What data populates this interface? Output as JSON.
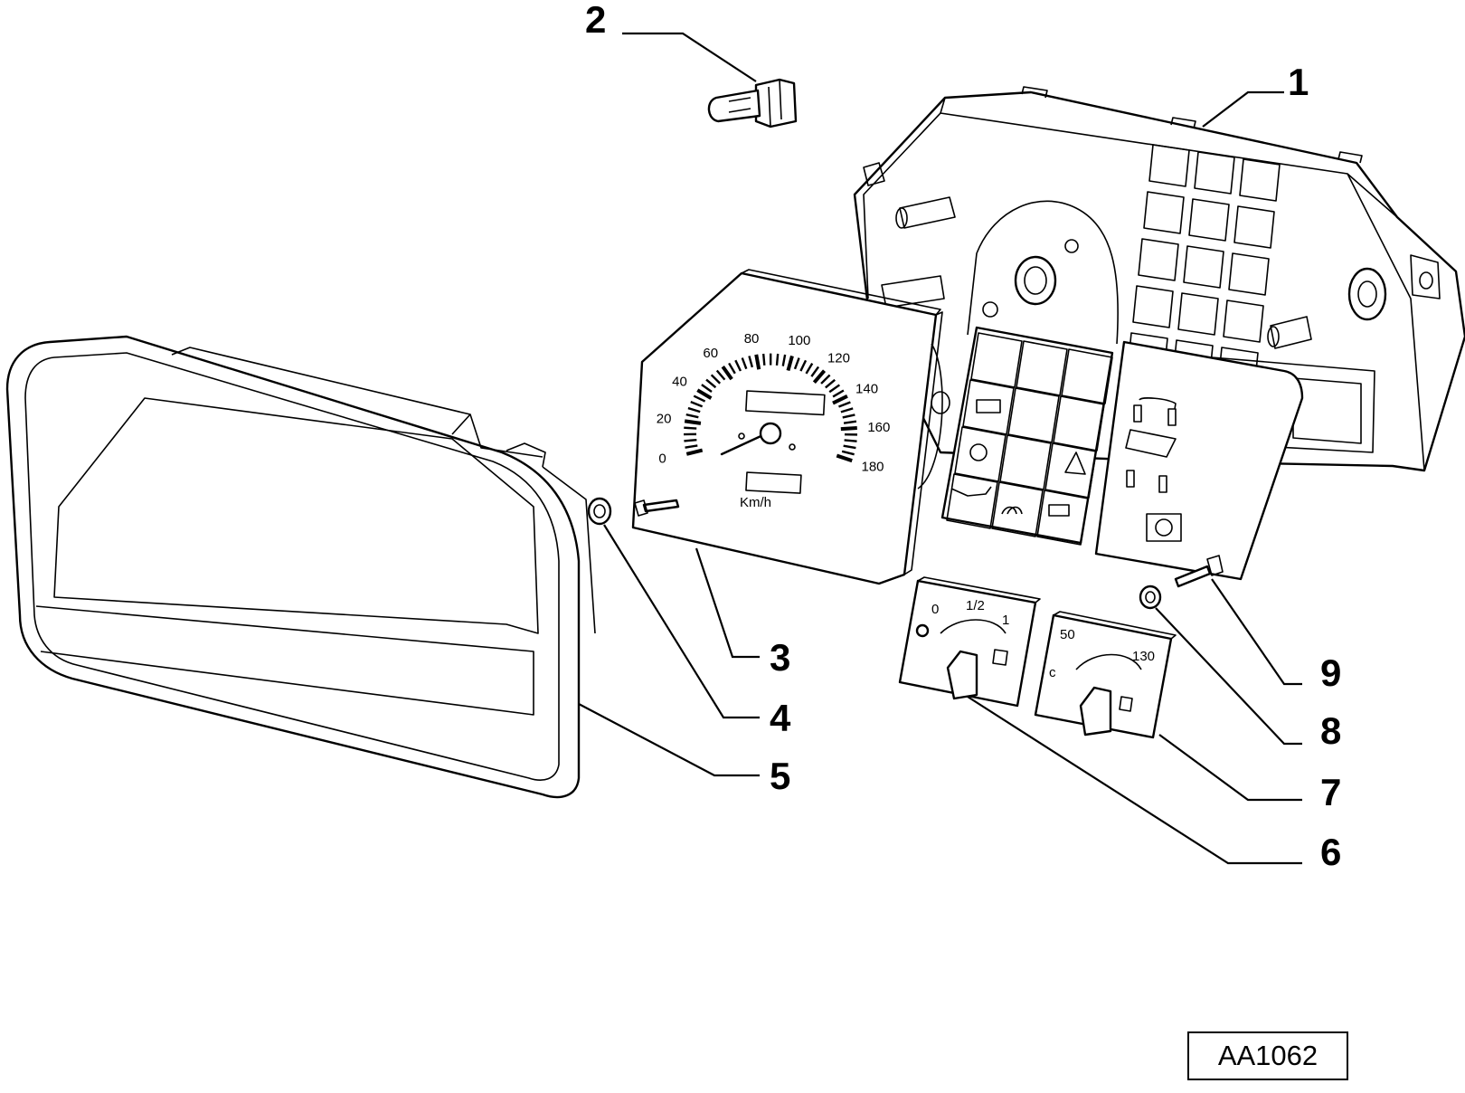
{
  "diagram": {
    "reference_code": "AA1062",
    "callouts": [
      {
        "id": "1",
        "label": "1"
      },
      {
        "id": "2",
        "label": "2"
      },
      {
        "id": "3",
        "label": "3"
      },
      {
        "id": "4",
        "label": "4"
      },
      {
        "id": "5",
        "label": "5"
      },
      {
        "id": "6",
        "label": "6"
      },
      {
        "id": "7",
        "label": "7"
      },
      {
        "id": "8",
        "label": "8"
      },
      {
        "id": "9",
        "label": "9"
      }
    ],
    "speedometer": {
      "scale_labels": [
        "0",
        "20",
        "40",
        "60",
        "80",
        "100",
        "120",
        "140",
        "160",
        "180"
      ],
      "unit": "Km/h"
    },
    "temperature_gauge": {
      "low": "0",
      "mid": "1/2",
      "high": "1"
    },
    "fuel_gauge": {
      "low": "50",
      "high": "130",
      "c_label": "c"
    }
  }
}
